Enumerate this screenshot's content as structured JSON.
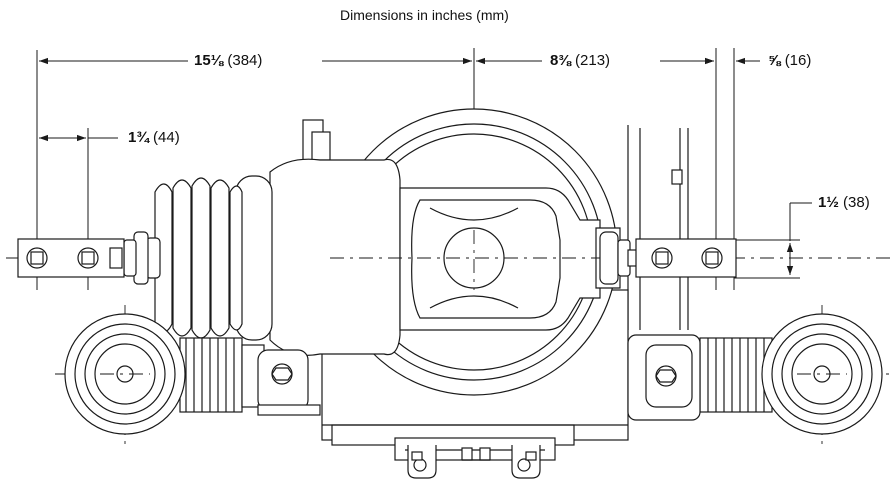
{
  "title": "Dimensions in inches (mm)",
  "dimensions": [
    {
      "id": "overall-width",
      "inches": "15⅛",
      "mm": "(384)"
    },
    {
      "id": "center-to-terminal",
      "inches": "8⅜",
      "mm": "(213)"
    },
    {
      "id": "terminal-pad-width",
      "inches": "⅝",
      "mm": "(16)"
    },
    {
      "id": "hole-spacing",
      "inches": "1¾",
      "mm": "(44)"
    },
    {
      "id": "pad-height",
      "inches": "1½",
      "mm": "(38)"
    }
  ]
}
